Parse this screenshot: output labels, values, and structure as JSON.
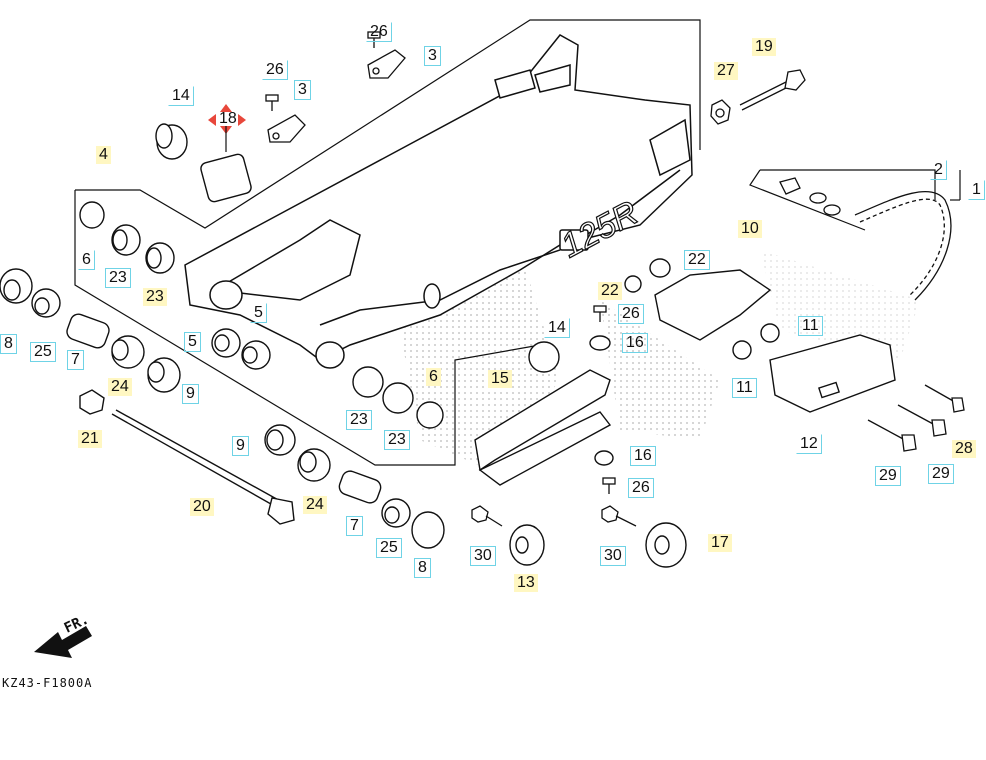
{
  "diagram_code": "KZ43-F1800A",
  "direction_label": "FR.",
  "swingarm_text": "125R",
  "colors": {
    "cyan_box": "#6fd3e6",
    "yellow_box": "#fff7c2",
    "red_target": "#e8473b",
    "line": "#111111",
    "dots": "#b5b5b5"
  },
  "callouts": [
    {
      "id": "c26a",
      "label": "26"
    },
    {
      "id": "c3a",
      "label": "3"
    },
    {
      "id": "c19",
      "label": "19"
    },
    {
      "id": "c27",
      "label": "27"
    },
    {
      "id": "c26b",
      "label": "26"
    },
    {
      "id": "c3b",
      "label": "3"
    },
    {
      "id": "c14a",
      "label": "14"
    },
    {
      "id": "c18",
      "label": "18"
    },
    {
      "id": "c4",
      "label": "4"
    },
    {
      "id": "c2",
      "label": "2"
    },
    {
      "id": "c1",
      "label": "1"
    },
    {
      "id": "c10",
      "label": "10"
    },
    {
      "id": "c6a",
      "label": "6"
    },
    {
      "id": "c23a",
      "label": "23"
    },
    {
      "id": "c23b",
      "label": "23"
    },
    {
      "id": "c22a",
      "label": "22"
    },
    {
      "id": "c22b",
      "label": "22"
    },
    {
      "id": "c26c",
      "label": "26"
    },
    {
      "id": "c8a",
      "label": "8"
    },
    {
      "id": "c25a",
      "label": "25"
    },
    {
      "id": "c7a",
      "label": "7"
    },
    {
      "id": "c5a",
      "label": "5"
    },
    {
      "id": "c5b",
      "label": "5"
    },
    {
      "id": "c14b",
      "label": "14"
    },
    {
      "id": "c16a",
      "label": "16"
    },
    {
      "id": "c11a",
      "label": "11"
    },
    {
      "id": "c11b",
      "label": "11"
    },
    {
      "id": "c24a",
      "label": "24"
    },
    {
      "id": "c9a",
      "label": "9"
    },
    {
      "id": "c15",
      "label": "15"
    },
    {
      "id": "c6b",
      "label": "6"
    },
    {
      "id": "c21",
      "label": "21"
    },
    {
      "id": "c23c",
      "label": "23"
    },
    {
      "id": "c23d",
      "label": "23"
    },
    {
      "id": "c12",
      "label": "12"
    },
    {
      "id": "c28",
      "label": "28"
    },
    {
      "id": "c9b",
      "label": "9"
    },
    {
      "id": "c24b",
      "label": "24"
    },
    {
      "id": "c16b",
      "label": "16"
    },
    {
      "id": "c29a",
      "label": "29"
    },
    {
      "id": "c29b",
      "label": "29"
    },
    {
      "id": "c26d",
      "label": "26"
    },
    {
      "id": "c20",
      "label": "20"
    },
    {
      "id": "c7b",
      "label": "7"
    },
    {
      "id": "c25b",
      "label": "25"
    },
    {
      "id": "c30a",
      "label": "30"
    },
    {
      "id": "c30b",
      "label": "30"
    },
    {
      "id": "c17",
      "label": "17"
    },
    {
      "id": "c8b",
      "label": "8"
    },
    {
      "id": "c13",
      "label": "13"
    }
  ]
}
